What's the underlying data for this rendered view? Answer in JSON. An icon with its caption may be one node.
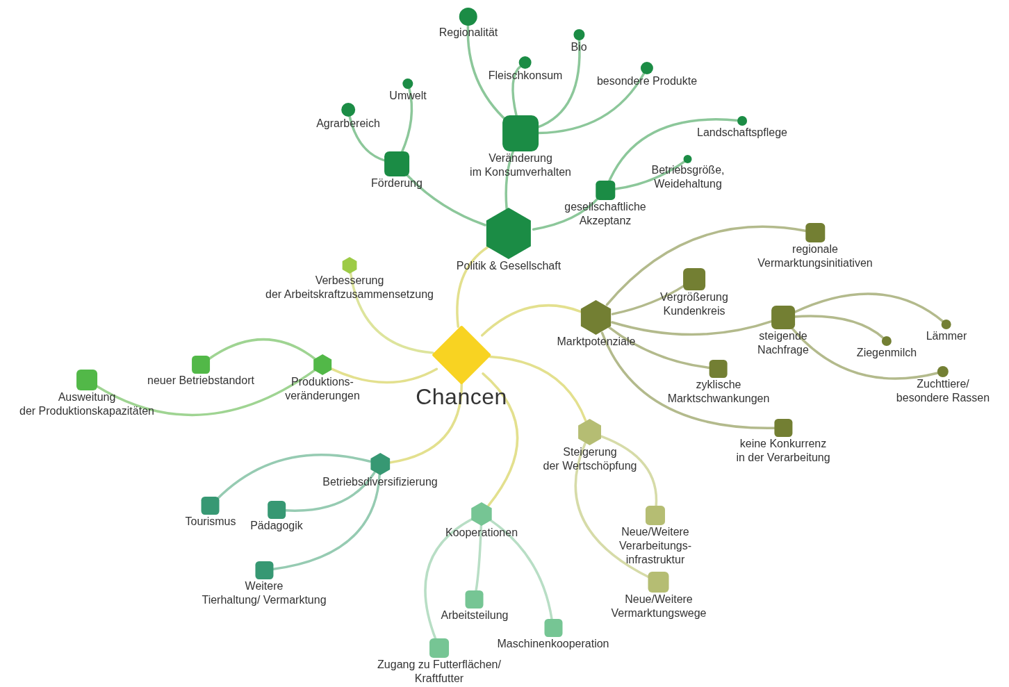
{
  "diagram": {
    "nodes": [
      {
        "text": [
          "Chancen"
        ]
      },
      {
        "text": [
          "Politik & Gesellschaft"
        ]
      },
      {
        "text": [
          "Förderung"
        ]
      },
      {
        "text": [
          "Agrarbereich"
        ]
      },
      {
        "text": [
          "Umwelt"
        ]
      },
      {
        "text": [
          "Veränderung im Konsumverhalten"
        ]
      },
      {
        "text": [
          "Regionalität"
        ]
      },
      {
        "text": [
          "Fleischkonsum"
        ]
      },
      {
        "text": [
          "Bio"
        ]
      },
      {
        "text": [
          "besondere Produkte"
        ]
      },
      {
        "text": [
          "gesellschaftliche Akzeptanz"
        ]
      },
      {
        "text": [
          "Landschaftspflege"
        ]
      },
      {
        "text": [
          "Betriebsgröße, Weidehaltung"
        ]
      },
      {
        "text": [
          "Verbesserung der Arbeitskraftzusammensetzung"
        ]
      },
      {
        "text": [
          "Marktpotenziale"
        ]
      },
      {
        "text": [
          "regionale Vermarktungsinitiativen"
        ]
      },
      {
        "text": [
          "Vergrößerung Kundenkreis"
        ]
      },
      {
        "text": [
          "steigende Nachfrage"
        ]
      },
      {
        "text": [
          "Lämmer"
        ]
      },
      {
        "text": [
          "Ziegenmilch"
        ]
      },
      {
        "text": [
          "Zuchttiere/ besondere Rassen"
        ]
      },
      {
        "text": [
          "zyklische Marktschwankungen"
        ]
      },
      {
        "text": [
          "keine Konkurrenz in der Verarbeitung"
        ]
      },
      {
        "text": [
          "Produktions- veränderungen"
        ]
      },
      {
        "text": [
          "neuer Betriebstandort"
        ]
      },
      {
        "text": [
          "Ausweitung der Produktionskapazitäten"
        ]
      },
      {
        "text": [
          "Betriebsdiversifizierung"
        ]
      },
      {
        "text": [
          "Tourismus"
        ]
      },
      {
        "text": [
          "Pädagogik"
        ]
      },
      {
        "text": [
          "Weitere Tierhaltung/ Vermarktung"
        ]
      },
      {
        "text": [
          "Kooperationen"
        ]
      },
      {
        "text": [
          "Arbeitsteilung"
        ]
      },
      {
        "text": [
          "Maschinenkooperation"
        ]
      },
      {
        "text": [
          "Zugang zu Futterflächen/ Kraftfutter"
        ]
      },
      {
        "text": [
          "Steigerung der Wertschöpfung"
        ]
      },
      {
        "text": [
          "Neue/Weitere Verarbeitungs- infrastruktur"
        ]
      },
      {
        "text": [
          "Neue/Weitere Vermarktungswege"
        ]
      }
    ],
    "edges": [
      {
        "from": 0,
        "to": 1,
        "arrow": "none",
        "color": "#e3e08e"
      },
      {
        "from": 1,
        "to": 2,
        "arrow": "none"
      },
      {
        "from": 2,
        "to": 3,
        "arrow": "none"
      },
      {
        "from": 2,
        "to": 4,
        "arrow": "none"
      },
      {
        "from": 1,
        "to": 5,
        "arrow": "none"
      },
      {
        "from": 5,
        "to": 6,
        "arrow": "none"
      },
      {
        "from": 5,
        "to": 7,
        "arrow": "none"
      },
      {
        "from": 5,
        "to": 8,
        "arrow": "none"
      },
      {
        "from": 5,
        "to": 9,
        "arrow": "none"
      },
      {
        "from": 1,
        "to": 10,
        "arrow": "none"
      },
      {
        "from": 10,
        "to": 11,
        "arrow": "none"
      },
      {
        "from": 10,
        "to": 12,
        "arrow": "none"
      },
      {
        "from": 0,
        "to": 13,
        "arrow": "none",
        "color": "#dde49c"
      },
      {
        "from": 0,
        "to": 14,
        "arrow": "none",
        "color": "#e3e08e"
      },
      {
        "from": 14,
        "to": 15,
        "arrow": "none",
        "color": "#b3ba8c"
      },
      {
        "from": 14,
        "to": 16,
        "arrow": "none",
        "color": "#b3ba8c"
      },
      {
        "from": 14,
        "to": 17,
        "arrow": "none",
        "color": "#b3ba8c"
      },
      {
        "from": 17,
        "to": 18,
        "arrow": "none",
        "color": "#b3ba8c"
      },
      {
        "from": 17,
        "to": 19,
        "arrow": "none",
        "color": "#b3ba8c"
      },
      {
        "from": 17,
        "to": 20,
        "arrow": "none",
        "color": "#b3ba8c"
      },
      {
        "from": 14,
        "to": 21,
        "arrow": "none",
        "color": "#b3ba8c"
      },
      {
        "from": 14,
        "to": 22,
        "arrow": "none",
        "color": "#b3ba8c"
      },
      {
        "from": 0,
        "to": 23,
        "arrow": "none",
        "color": "#e3e08e"
      },
      {
        "from": 23,
        "to": 24,
        "arrow": "none",
        "color": "#9fd492"
      },
      {
        "from": 23,
        "to": 25,
        "arrow": "none",
        "color": "#9fd492"
      },
      {
        "from": 0,
        "to": 26,
        "arrow": "none",
        "color": "#e3e08e"
      },
      {
        "from": 26,
        "to": 27,
        "arrow": "none",
        "color": "#96cbb2"
      },
      {
        "from": 26,
        "to": 28,
        "arrow": "none",
        "color": "#96cbb2"
      },
      {
        "from": 26,
        "to": 29,
        "arrow": "none",
        "color": "#96cbb2"
      },
      {
        "from": 0,
        "to": 30,
        "arrow": "none",
        "color": "#e3e08e"
      },
      {
        "from": 30,
        "to": 31,
        "arrow": "none",
        "color": "#b8dec5"
      },
      {
        "from": 30,
        "to": 32,
        "arrow": "none",
        "color": "#b8dec5"
      },
      {
        "from": 30,
        "to": 33,
        "arrow": "none",
        "color": "#b8dec5"
      },
      {
        "from": 0,
        "to": 34,
        "arrow": "none",
        "color": "#e3e08e"
      },
      {
        "from": 34,
        "to": 35,
        "arrow": "none",
        "color": "#d6dba8"
      },
      {
        "from": 34,
        "to": 36,
        "arrow": "none",
        "color": "#d6dba8"
      }
    ]
  }
}
